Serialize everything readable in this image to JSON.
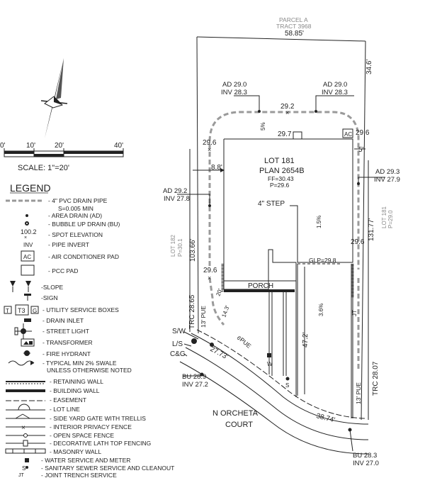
{
  "north_arrow": {
    "icon": "north-arrow-icon"
  },
  "scale": {
    "ticks": [
      "0'",
      "10'",
      "20'",
      "40'"
    ],
    "label": "SCALE:  1\"=20'"
  },
  "legend": {
    "title": "LEGEND",
    "items": [
      {
        "icon": "drain-pipe-dashed-icon",
        "text": "- 4\" PVC DRAIN PIPE",
        "sub": "S=0.005 MIN"
      },
      {
        "icon": "area-drain-dot-icon",
        "text": "- AREA DRAIN (AD)"
      },
      {
        "icon": "bubble-up-drain-icon",
        "text": "- BUBBLE UP DRAIN (BU)"
      },
      {
        "icon": "spot-elevation-icon",
        "symbol": "100.2",
        "text": "- SPOT ELEVATION"
      },
      {
        "icon": "pipe-invert-icon",
        "symbol": "INV",
        "text": "- PIPE INVERT"
      },
      {
        "icon": "ac-pad-icon",
        "symbol": "AC",
        "text": "- AIR CONDITIONER PAD"
      },
      {
        "icon": "pcc-pad-icon",
        "text": "- PCC PAD"
      },
      {
        "icon": "slope-icon",
        "text": "-SLOPE"
      },
      {
        "icon": "sign-icon",
        "text": "-SIGN"
      },
      {
        "icon": "utility-box-icon",
        "symbol_a": "T",
        "symbol_b": "T3",
        "symbol_c": "G",
        "text": "- UTILITY SERVICE BOXES"
      },
      {
        "icon": "drain-inlet-icon",
        "text": "- DRAIN INLET"
      },
      {
        "icon": "street-light-icon",
        "text": "- STREET LIGHT"
      },
      {
        "icon": "transformer-icon",
        "text": "- TRANSFORMER"
      },
      {
        "icon": "fire-hydrant-icon",
        "text": "- FIRE HYDRANT"
      },
      {
        "icon": "swale-icon",
        "text": "- TYPICAL MIN 2% SWALE",
        "sub": "UNLESS OTHERWISE NOTED"
      },
      {
        "icon": "retaining-wall-icon",
        "text": "- RETAINING WALL"
      },
      {
        "icon": "building-wall-icon",
        "text": "- BUILDING WALL"
      },
      {
        "icon": "easement-icon",
        "text": "- EASEMENT"
      },
      {
        "icon": "lot-line-icon",
        "text": "- LOT LINE"
      },
      {
        "icon": "side-yard-gate-icon",
        "text": "- SIDE YARD GATE WITH TRELLIS"
      },
      {
        "icon": "interior-privacy-fence-icon",
        "text": "- INTERIOR PRIVACY FENCE"
      },
      {
        "icon": "open-space-fence-icon",
        "text": "- OPEN SPACE FENCE"
      },
      {
        "icon": "decorative-lath-fence-icon",
        "text": "- DECORATIVE LATH TOP FENCING"
      },
      {
        "icon": "masonry-wall-icon",
        "text": "- MASONRY WALL"
      },
      {
        "icon": "water-service-icon",
        "text": "- WATER SERVICE AND METER"
      },
      {
        "icon": "sewer-service-icon",
        "symbol": "S",
        "text": "- SANITARY SEWER SERVICE AND CLEANOUT"
      },
      {
        "icon": "joint-trench-icon",
        "symbol": "JT",
        "text": "- JOINT TRENCH SERVICE"
      }
    ]
  },
  "plan": {
    "parcel_a": "PARCEL A",
    "tract": "TRACT 3968",
    "top_dim": "58.85'",
    "right_top_dim": "34.6'",
    "lot": "LOT 181",
    "plan_no": "PLAN 2654B",
    "ff": "FF=30.43",
    "p": "P=29.6",
    "step": "4\"  STEP",
    "porch": "PORCH",
    "glp": "GLP=29.8",
    "setback_left": "8.8'",
    "setback_right": "5'",
    "right_depth": "131.77'",
    "lot_181_side": "LOT 181",
    "p_side_right": "P=29.0",
    "lot_182_side": "LOT 182",
    "p_side_left": "P=30.1",
    "left_depth": "103.66'",
    "drive_dim": "47.2'",
    "slope_1": "1.5%",
    "slope_2": "3.6%",
    "slope_3": "5%",
    "slope_4": "20'",
    "slope_5": "14.3'",
    "slope_6": "6'",
    "pue_left": "13' PUE",
    "pue_right": "13' PUE",
    "pue_mid": "PUE",
    "jt": "JT",
    "arc_dim_left": "27.73'",
    "arc_dim_right": "38.74'",
    "trc_left": "TRC 28.65",
    "trc_right": "TRC 28.07",
    "street_1": "N  ORCHETA",
    "street_2": "COURT",
    "sw": "S/W",
    "ls": "L/S",
    "cg": "C&G",
    "w": "W",
    "s": "S",
    "ac": "AC",
    "spots": {
      "a": "29.2",
      "b": "29.7",
      "c": "29.6",
      "d": "29.6",
      "e": "29.6",
      "f": "29.6"
    },
    "ad_1": {
      "ad": "AD 29.0",
      "inv": "INV 28.3"
    },
    "ad_2": {
      "ad": "AD 29.0",
      "inv": "INV 28.3"
    },
    "ad_3": {
      "ad": "AD 29.3",
      "inv": "INV 27.9"
    },
    "ad_4": {
      "ad": "AD 29.2",
      "inv": "INV 27.8"
    },
    "bu_1": {
      "bu": "BU 28.9",
      "inv": "INV 27.2"
    },
    "bu_2": {
      "bu": "BU 28.3",
      "inv": "INV 27.0"
    }
  }
}
